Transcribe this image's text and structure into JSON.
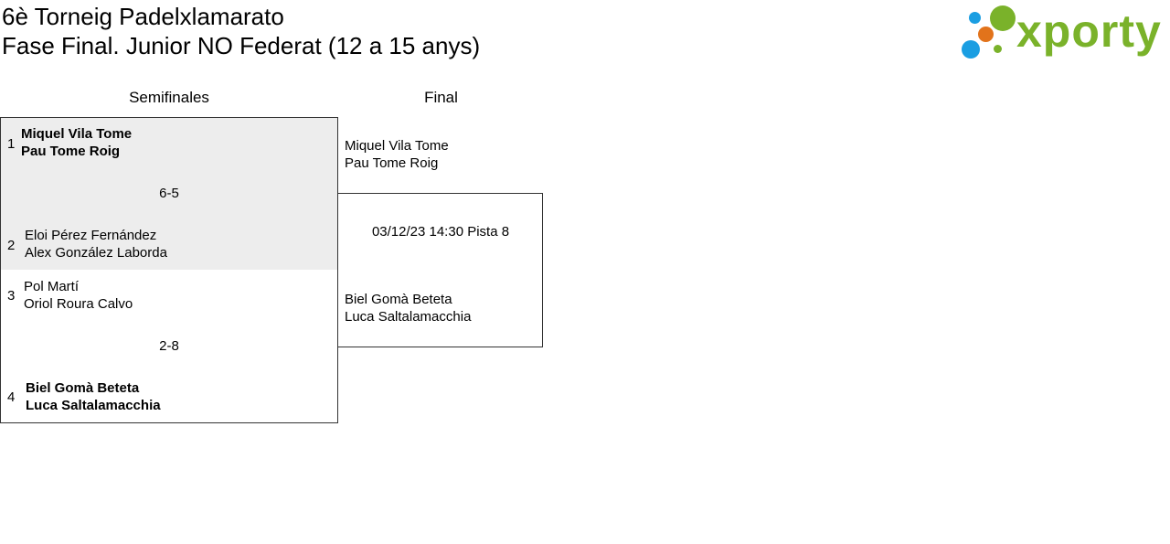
{
  "header": {
    "title_line1": "6è Torneig Padelxlamarato",
    "title_line2": "Fase Final. Junior NO Federat (12 a 15 anys)"
  },
  "logo": {
    "text": "xporty",
    "colors": {
      "green": "#7ab22a",
      "blue": "#1a9ee2",
      "orange": "#e2731b"
    }
  },
  "bracket": {
    "rounds": [
      "Semifinales",
      "Final"
    ],
    "semifinals": [
      {
        "score": "6-5",
        "team_a": {
          "seed": "1",
          "players": [
            "Miquel Vila Tome",
            "Pau Tome Roig"
          ],
          "winner": true
        },
        "team_b": {
          "seed": "2",
          "players": [
            "Eloi Pérez Fernández",
            "Alex González Laborda"
          ],
          "winner": false
        }
      },
      {
        "score": "2-8",
        "team_a": {
          "seed": "3",
          "players": [
            "Pol Martí",
            "Oriol Roura Calvo"
          ],
          "winner": false
        },
        "team_b": {
          "seed": "4",
          "players": [
            "Biel Gomà Beteta",
            "Luca Saltalamacchia"
          ],
          "winner": true
        }
      }
    ],
    "final": {
      "team_a": {
        "players": [
          "Miquel Vila Tome",
          "Pau Tome Roig"
        ]
      },
      "info": "03/12/23 14:30 Pista 8",
      "team_b": {
        "players": [
          "Biel Gomà Beteta",
          "Luca Saltalamacchia"
        ]
      }
    }
  }
}
